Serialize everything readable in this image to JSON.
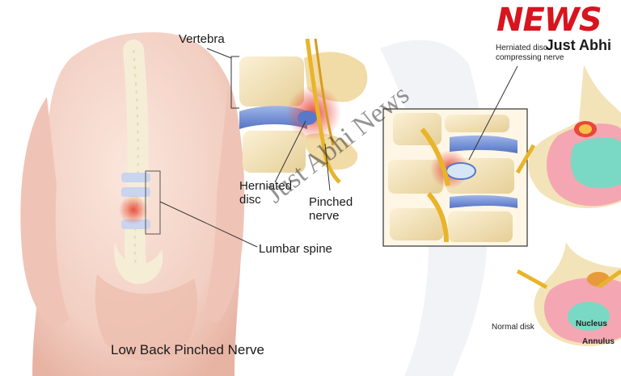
{
  "labels": {
    "vertebra": "Vertebra",
    "herniated_disc": "Herniated\ndisc",
    "pinched_nerve": "Pinched\nnerve",
    "lumbar_spine": "Lumbar spine",
    "herniated_compressing": "Herniated disc\ncompressing nerve",
    "normal_disk": "Normal disk",
    "nucleus": "Nucleus",
    "annulus": "Annulus"
  },
  "caption": "Low Back Pinched Nerve",
  "logo": {
    "title": "NEWS",
    "subtitle": "Just Abhi",
    "color": "#d8141e"
  },
  "watermark": "Just Abhi News",
  "colors": {
    "skin": "#f4d7cc",
    "bone": "#f3e3b8",
    "disc_blue": "#6f8fd6",
    "inflammation": "#e8473a",
    "nucleus_green": "#7ad9c4",
    "annulus_pink": "#f4a6b3",
    "nerve_yellow": "#e8b42a"
  }
}
